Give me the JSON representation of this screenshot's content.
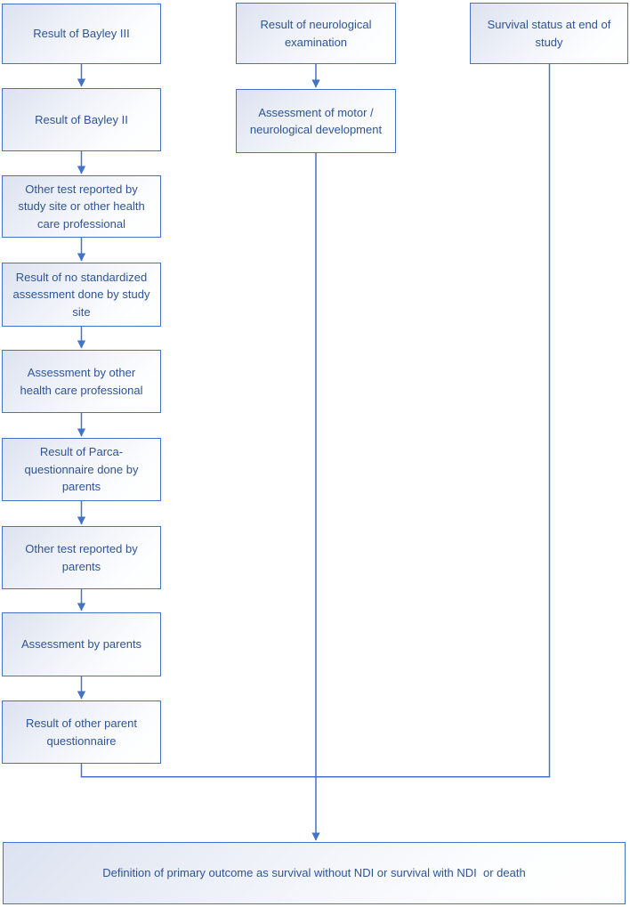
{
  "colors": {
    "box_border": "#4472C4",
    "box_fill_tint": "#DCE2F0",
    "text": "#2F5496",
    "connector": "#4472C4"
  },
  "columns": {
    "left": {
      "boxes": [
        {
          "label": "Result of Bayley III"
        },
        {
          "label": "Result of Bayley II"
        },
        {
          "label": "Other test reported by\nstudy site or other health\ncare professional"
        },
        {
          "label": "Result of no standardized\nassessment done by study\nsite"
        },
        {
          "label": "Assessment by other\nhealth care professional"
        },
        {
          "label": "Result of Parca-\nquestionnaire done by\nparents"
        },
        {
          "label": "Other test reported by\nparents"
        },
        {
          "label": "Assessment by parents"
        },
        {
          "label": "Result of other parent\nquestionnaire"
        }
      ]
    },
    "middle": {
      "boxes": [
        {
          "label": "Result of neurological\nexamination"
        },
        {
          "label": "Assessment of motor /\nneurological development"
        }
      ]
    },
    "right": {
      "boxes": [
        {
          "label": "Survival status at end of\nstudy"
        }
      ]
    }
  },
  "bottom": {
    "label": "Definition of primary outcome as survival without NDI or survival with NDI  or death"
  }
}
